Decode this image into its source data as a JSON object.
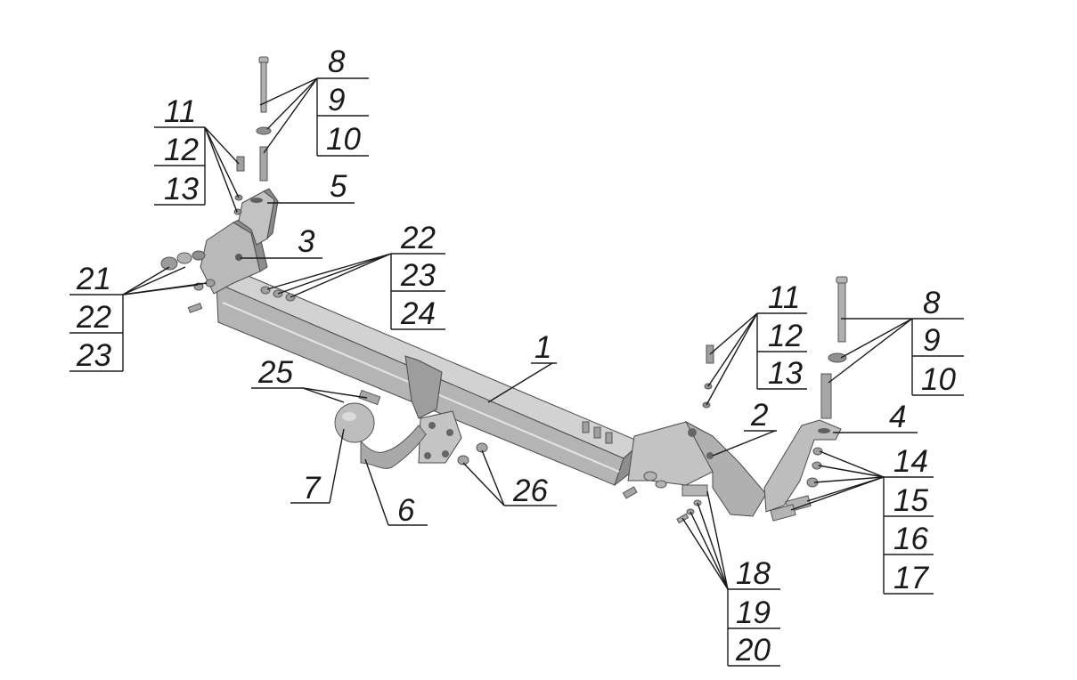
{
  "labels": {
    "l1": "1",
    "l2": "2",
    "l3": "3",
    "l4": "4",
    "l5": "5",
    "l6": "6",
    "l7": "7",
    "g_tl_a": "8",
    "g_tl_b": "9",
    "g_tl_c": "10",
    "g_ul_a": "11",
    "g_ul_b": "12",
    "g_ul_c": "13",
    "g_ml_a": "21",
    "g_ml_b": "22",
    "g_ml_c": "23",
    "g_c_a": "22",
    "g_c_b": "23",
    "g_c_c": "24",
    "g_ur_a": "11",
    "g_ur_b": "12",
    "g_ur_c": "13",
    "g_tr_a": "8",
    "g_tr_b": "9",
    "g_tr_c": "10",
    "g_r_a": "14",
    "g_r_b": "15",
    "g_r_c": "16",
    "g_r_d": "17",
    "g_br_a": "18",
    "g_br_b": "19",
    "g_br_c": "20",
    "l25": "25",
    "l26": "26"
  },
  "colors": {
    "metal_light": "#c9c9c9",
    "metal_mid": "#a8a8a8",
    "metal_dark": "#7d7d7d",
    "line": "#1a1a1a"
  }
}
